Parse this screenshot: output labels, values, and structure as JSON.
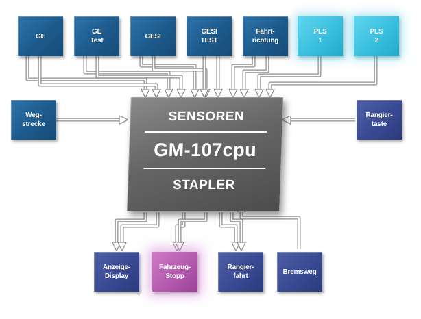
{
  "cpu": {
    "top_label": "SENSOREN",
    "main_label": "GM-107cpu",
    "bottom_label": "STAPLER"
  },
  "inputs_top": [
    {
      "line1": "GE",
      "line2": "",
      "color": "blue"
    },
    {
      "line1": "GE",
      "line2": "Test",
      "color": "blue"
    },
    {
      "line1": "GESI",
      "line2": "",
      "color": "blue"
    },
    {
      "line1": "GESI",
      "line2": "TEST",
      "color": "blue"
    },
    {
      "line1": "Fahrt-",
      "line2": "richtung",
      "color": "blue"
    },
    {
      "line1": "PLS",
      "line2": "1",
      "color": "cyan"
    },
    {
      "line1": "PLS",
      "line2": "2",
      "color": "cyan"
    }
  ],
  "input_left": {
    "line1": "Weg-",
    "line2": "strecke"
  },
  "input_right": {
    "line1": "Rangier-",
    "line2": "taste"
  },
  "outputs_bottom": [
    {
      "line1": "Anzeige-",
      "line2": "Display",
      "color": "navy"
    },
    {
      "line1": "Fahrzeug-",
      "line2": "Stopp",
      "color": "pink"
    },
    {
      "line1": "Rangier-",
      "line2": "fahrt",
      "color": "navy"
    },
    {
      "line1": "Bremsweg",
      "line2": "",
      "color": "navy"
    }
  ],
  "colors": {
    "box_blue": "#1d5a8c",
    "box_cyan": "#36bddc",
    "box_navy": "#3a4a92",
    "box_pink": "#b158ac",
    "cpu_gray": "#666666",
    "wire": "#c8c8c8"
  }
}
